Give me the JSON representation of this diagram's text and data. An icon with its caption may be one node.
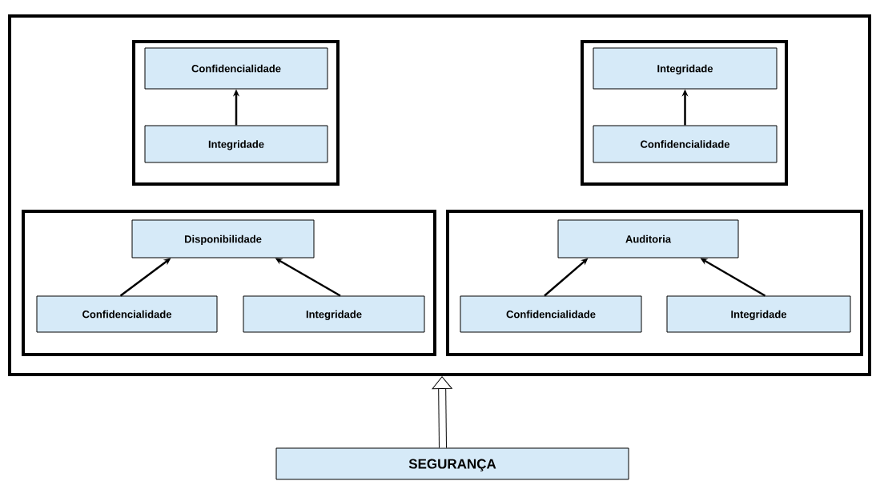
{
  "diagram": {
    "nodes": [
      {
        "text": [],
        "shape": "box"
      },
      {
        "text": [],
        "shape": "box",
        "in": 0
      },
      {
        "text": [
          "Confidencialidade"
        ],
        "in": 1
      },
      {
        "text": [
          "Integridade"
        ],
        "in": 1
      },
      {
        "text": [],
        "shape": "box",
        "in": 0
      },
      {
        "text": [
          "Integridade"
        ],
        "in": 4
      },
      {
        "text": [
          "Confidencialidade"
        ],
        "in": 4
      },
      {
        "text": [],
        "shape": "box",
        "in": 0
      },
      {
        "text": [
          "Disponibilidade"
        ],
        "in": 7
      },
      {
        "text": [
          "Confidencialidade"
        ],
        "in": 7
      },
      {
        "text": [
          "Integridade"
        ],
        "in": 7
      },
      {
        "text": [],
        "shape": "box",
        "in": 0
      },
      {
        "text": [
          "Auditoria"
        ],
        "in": 11
      },
      {
        "text": [
          "Confidencialidade"
        ],
        "in": 11
      },
      {
        "text": [
          "Integridade"
        ],
        "in": 11
      },
      {
        "text": [
          "SEGURANÇA"
        ]
      }
    ],
    "edges": [
      {
        "from": 3,
        "to": 2,
        "arrow": "to"
      },
      {
        "from": 6,
        "to": 5,
        "arrow": "to"
      },
      {
        "from": 9,
        "to": 8,
        "arrow": "to"
      },
      {
        "from": 10,
        "to": 8,
        "arrow": "to"
      },
      {
        "from": 13,
        "to": 12,
        "arrow": "to"
      },
      {
        "from": 14,
        "to": 12,
        "arrow": "to"
      },
      {
        "from": 15,
        "to": 0,
        "arrow": "to",
        "style": "thick"
      }
    ]
  }
}
